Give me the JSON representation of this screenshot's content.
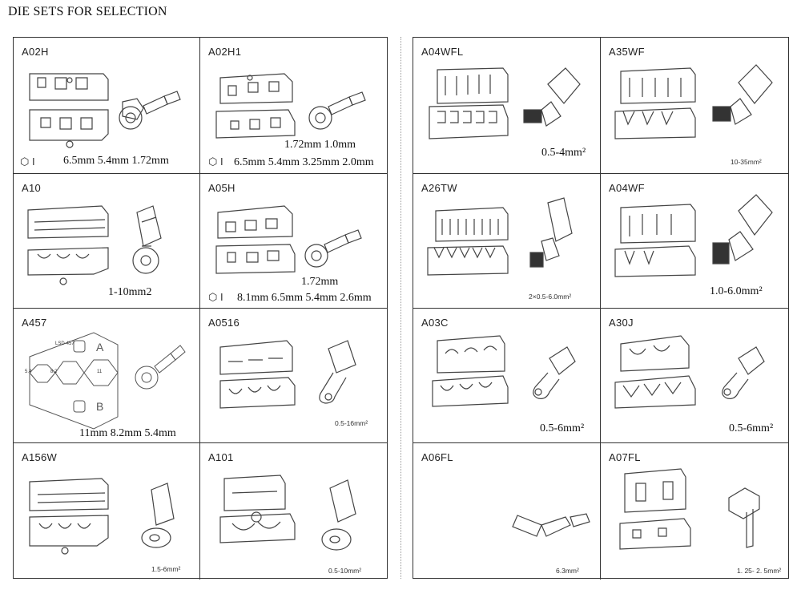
{
  "title": "DIE SETS FOR SELECTION",
  "left_panel": [
    {
      "code": "A02H",
      "spec": "6.5mm 5.4mm 1.72mm",
      "icon": "hex-icon"
    },
    {
      "code": "A02H1",
      "spec_top": "1.72mm 1.0mm",
      "spec": "6.5mm 5.4mm 3.25mm 2.0mm",
      "icon": "hex-icon"
    },
    {
      "code": "A10",
      "spec": "1-10mm2"
    },
    {
      "code": "A05H",
      "spec_top": "1.72mm",
      "spec": "8.1mm 6.5mm 5.4mm 2.6mm",
      "icon": "hex-icon"
    },
    {
      "code": "A457",
      "spec": "11mm 8.2mm 5.4mm",
      "die_text": "LSD-457",
      "die_letter_top": "A",
      "die_letter_bottom": "B",
      "hex_labels": [
        "5.4",
        "8.2",
        "11"
      ]
    },
    {
      "code": "A0516",
      "spec": "0.5-16mm²"
    },
    {
      "code": "A156W",
      "spec": "1.5-6mm²"
    },
    {
      "code": "A101",
      "spec": "0.5-10mm²"
    }
  ],
  "right_panel": [
    {
      "code": "A04WFL",
      "spec": "0.5-4mm²"
    },
    {
      "code": "A35WF",
      "spec": "10-35mm²"
    },
    {
      "code": "A26TW",
      "spec": "2×0.5-6.0mm²"
    },
    {
      "code": "A04WF",
      "spec": "1.0-6.0mm²"
    },
    {
      "code": "A03C",
      "spec": "0.5-6mm²"
    },
    {
      "code": "A30J",
      "spec": "0.5-6mm²"
    },
    {
      "code": "A06FL",
      "spec": "6.3mm²"
    },
    {
      "code": "A07FL",
      "spec": "1. 25- 2. 5mm²"
    }
  ]
}
